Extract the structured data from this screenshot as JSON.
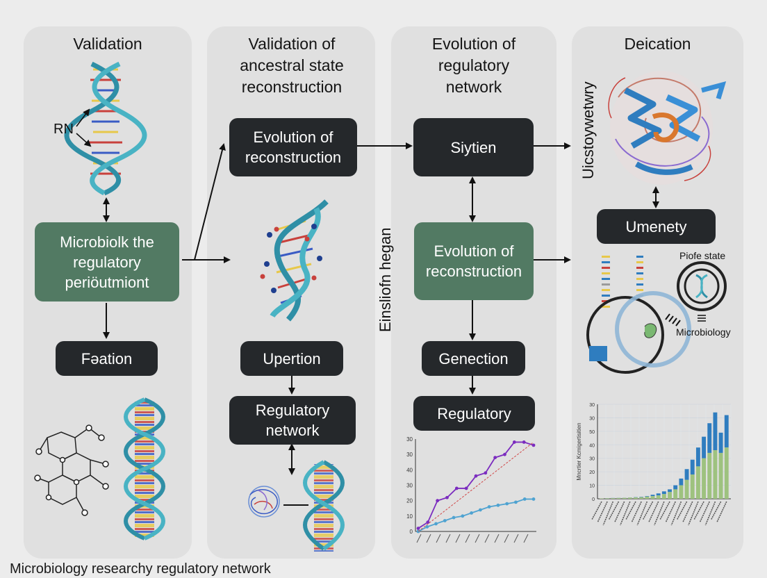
{
  "panels": [
    {
      "title": "Validation"
    },
    {
      "title": "Validation of ancestral state reconstruction"
    },
    {
      "title": "Evolution of regulatory network"
    },
    {
      "title": "Deication"
    }
  ],
  "p1": {
    "dna_label": "RN",
    "green_box": "Microbiolk the regulatory periöutmiont",
    "dark_box": "Fǝation"
  },
  "p2": {
    "box1": "Evolution of reconstruction",
    "box2": "Upertion",
    "box3": "Regulatory network"
  },
  "p3": {
    "box1": "Siytien",
    "box2": "Evolution of reconstruction",
    "box3": "Genection",
    "box4": "Regulatory",
    "side_text": "Einsliofn hegan"
  },
  "p4": {
    "vertical_text": "Uicstoywetwry",
    "box1": "Umenety",
    "label1": "Piofe state",
    "label2": "Microbiology"
  },
  "caption": "Microbiology researchy regulatory network",
  "line_chart": {
    "type": "line",
    "ytick_labels": [
      "0",
      "10",
      "20",
      "30",
      "40",
      "30",
      "30"
    ],
    "ylim": [
      0,
      60
    ],
    "series": [
      {
        "color": "#7b2cbf",
        "values": [
          2,
          6,
          20,
          22,
          28,
          28,
          36,
          38,
          48,
          50,
          58,
          58,
          56
        ]
      },
      {
        "color": "#4fa3d1",
        "values": [
          0,
          3,
          5,
          7,
          9,
          10,
          12,
          14,
          16,
          17,
          18,
          19,
          21,
          21
        ]
      },
      {
        "color": "#d04848",
        "values": [
          0,
          58
        ]
      }
    ]
  },
  "bar_chart": {
    "type": "bar",
    "ylabel": "Mncrtier Kcmigertisitien",
    "ytick_labels": [
      "0",
      "10",
      "20",
      "30",
      "40",
      "50",
      "30",
      "30"
    ],
    "ylim": [
      0,
      70
    ],
    "colors": {
      "base": "#9ec27f",
      "top": "#2f7dbf"
    },
    "bars": [
      {
        "base": 0.3,
        "top": 0.3
      },
      {
        "base": 0.4,
        "top": 0.5
      },
      {
        "base": 0.5,
        "top": 0.6
      },
      {
        "base": 0.6,
        "top": 0.7
      },
      {
        "base": 0.7,
        "top": 0.8
      },
      {
        "base": 0.9,
        "top": 1
      },
      {
        "base": 1,
        "top": 1.2
      },
      {
        "base": 1.2,
        "top": 1.5
      },
      {
        "base": 1.6,
        "top": 2
      },
      {
        "base": 2,
        "top": 3
      },
      {
        "base": 2.5,
        "top": 4
      },
      {
        "base": 3.5,
        "top": 5.5
      },
      {
        "base": 5,
        "top": 7
      },
      {
        "base": 7,
        "top": 10
      },
      {
        "base": 10,
        "top": 15
      },
      {
        "base": 14,
        "top": 22
      },
      {
        "base": 18,
        "top": 29
      },
      {
        "base": 24,
        "top": 38
      },
      {
        "base": 30,
        "top": 46
      },
      {
        "base": 34,
        "top": 56
      },
      {
        "base": 36,
        "top": 64
      },
      {
        "base": 34,
        "top": 49
      },
      {
        "base": 38,
        "top": 62
      }
    ]
  }
}
